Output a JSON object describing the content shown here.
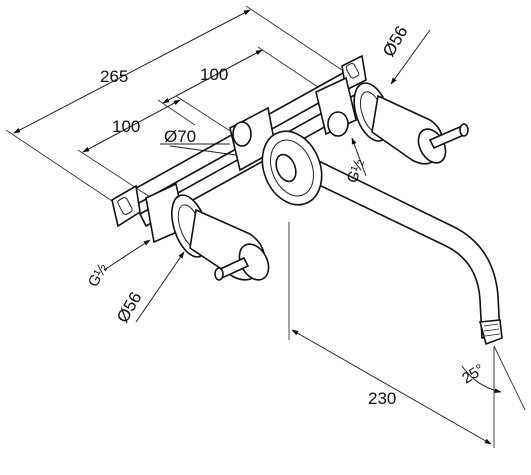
{
  "diagram": {
    "dimensions": {
      "overall_width": "265",
      "spacing_upper": "100",
      "spacing_lower": "100",
      "spout_flange_diameter": "Ø70",
      "handle_diameter_right": "Ø56",
      "handle_diameter_left": "Ø56",
      "spout_length": "230",
      "spout_angle": "25°",
      "thread_right": "G½",
      "thread_left": "G½"
    }
  }
}
